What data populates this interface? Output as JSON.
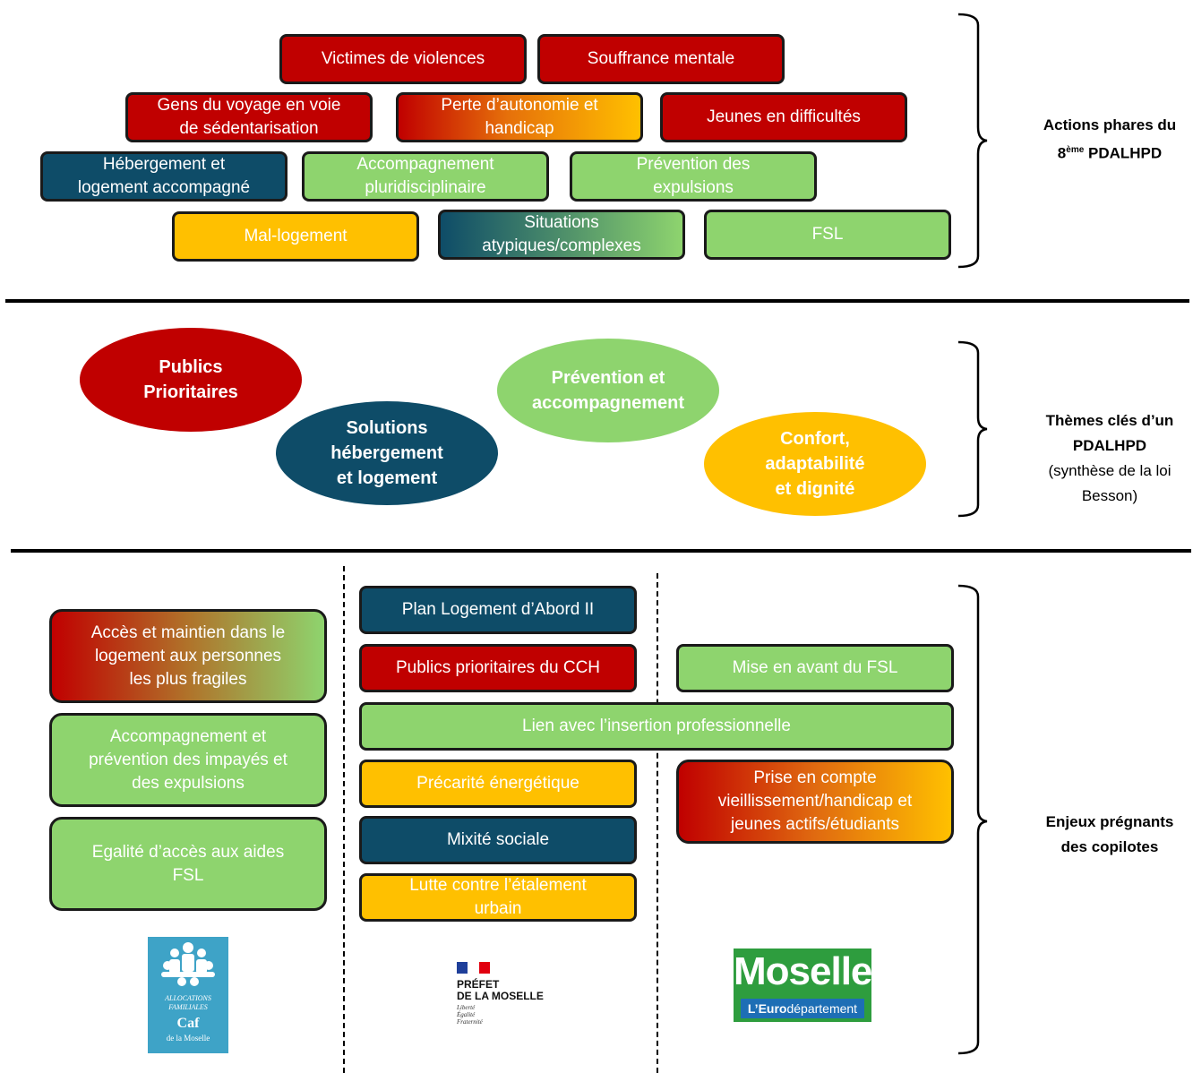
{
  "section1": {
    "boxes": [
      {
        "text": "Victimes de violences",
        "style": "red"
      },
      {
        "text": "Souffrance mentale",
        "style": "red"
      },
      {
        "text": "Gens du voyage en voie\nde sédentarisation",
        "style": "red"
      },
      {
        "text": "Perte d’autonomie et\nhandicap",
        "style": "red-to-yellow"
      },
      {
        "text": "Jeunes en difficultés",
        "style": "red"
      },
      {
        "text": "Hébergement et\nlogement accompagné",
        "style": "navy"
      },
      {
        "text": "Accompagnement\npluridisciplinaire",
        "style": "green"
      },
      {
        "text": "Prévention des\nexpulsions",
        "style": "green"
      },
      {
        "text": "Mal-logement",
        "style": "yellow"
      },
      {
        "text": "Situations\natypiques/complexes",
        "style": "navy-to-green"
      },
      {
        "text": "FSL",
        "style": "green"
      }
    ],
    "label_line1": "Actions phares du",
    "label_number": "8",
    "label_sup": "ème",
    "label_rest": " PDALHPD"
  },
  "section2": {
    "ellipses": [
      {
        "text": "Publics\nPrioritaires",
        "color": "#c00000"
      },
      {
        "text": "Solutions\nhébergement\net logement",
        "color": "#0e4c68"
      },
      {
        "text": "Prévention et\naccompagnement",
        "color": "#8ed46e"
      },
      {
        "text": "Confort,\nadaptabilité\net dignité",
        "color": "#ffc000"
      }
    ],
    "label_bold": "Thèmes clés d’un\nPDALHPD",
    "label_normal": "(synthèse de la loi\nBesson)"
  },
  "section3": {
    "left_boxes": [
      {
        "text": "Accès et maintien dans le\nlogement aux personnes\nles plus fragiles",
        "style": "red-to-green"
      },
      {
        "text": "Accompagnement et\nprévention des impayés et\ndes expulsions",
        "style": "green"
      },
      {
        "text": "Egalité d’accès aux aides\nFSL",
        "style": "green"
      }
    ],
    "middle_boxes": [
      {
        "text": "Plan Logement d’Abord II",
        "style": "navy"
      },
      {
        "text": "Publics prioritaires du CCH",
        "style": "red"
      },
      {
        "text": "Lien avec l’insertion professionnelle",
        "style": "green"
      },
      {
        "text": "Précarité énergétique",
        "style": "yellow"
      },
      {
        "text": "Mixité sociale",
        "style": "navy"
      },
      {
        "text": "Lutte contre l’étalement\nurbain",
        "style": "yellow"
      }
    ],
    "right_boxes": [
      {
        "text": "Mise en avant  du FSL",
        "style": "green"
      },
      {
        "text": "Prise en compte\nvieillissement/handicap et\njeunes actifs/étudiants",
        "style": "red-to-yellow"
      }
    ],
    "label_bold": "Enjeux prégnants\ndes copilotes",
    "logos": {
      "caf": {
        "line1": "ALLOCATIONS",
        "line2": "FAMILIALES",
        "line3": "Caf",
        "line4": "de la Moselle"
      },
      "prefet": {
        "line1": "PRÉFET",
        "line2": "DE LA MOSELLE",
        "motto1": "Liberté",
        "motto2": "Égalité",
        "motto3": "Fraternité"
      },
      "moselle": {
        "title": "Moselle",
        "sub_bold": "L’Euro",
        "sub_rest": "département"
      }
    }
  }
}
